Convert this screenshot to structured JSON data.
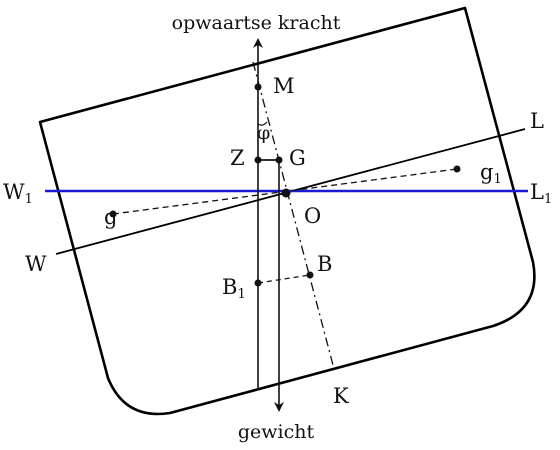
{
  "labels": {
    "upward_force": "opwaartse kracht",
    "weight": "gewicht",
    "M": "M",
    "phi": "φ",
    "Z": "Z",
    "G": "G",
    "L": "L",
    "W": "W",
    "W1": "W",
    "W1_sub": "1",
    "L1": "L",
    "L1_sub": "1",
    "g": "g",
    "g1": "g",
    "g1_sub": "1",
    "O": "O",
    "B": "B",
    "B1": "B",
    "B1_sub": "1",
    "K": "K"
  },
  "colors": {
    "hull": "#000000",
    "waterline_w1l1": "#1a1ad6",
    "ink": "#111111"
  }
}
